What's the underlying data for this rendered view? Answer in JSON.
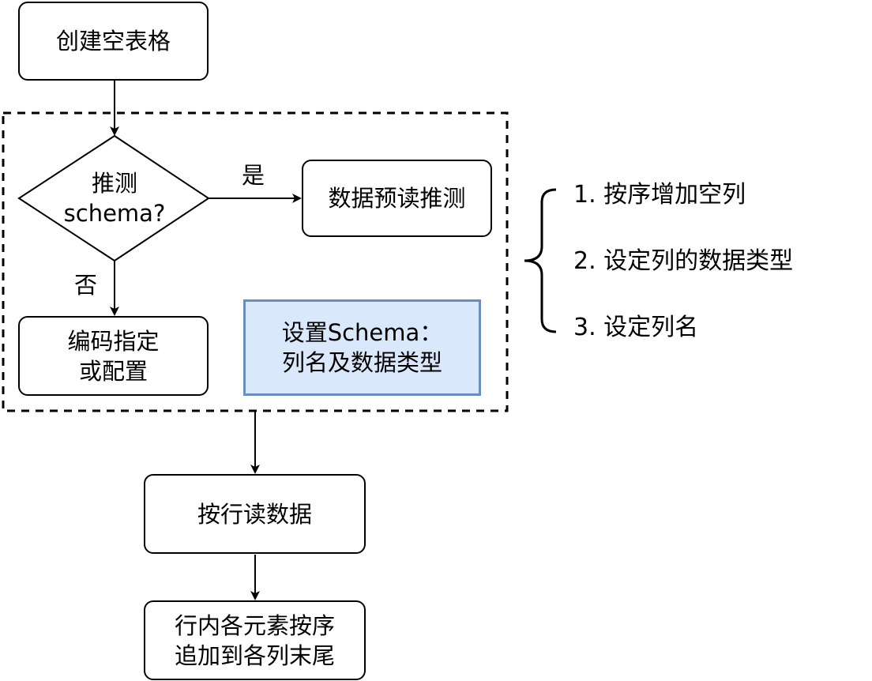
{
  "nodes": {
    "create_table": "创建空表格",
    "infer_question": {
      "line1": "推测",
      "line2": "schema?"
    },
    "prefetch_infer": "数据预读推测",
    "code_config": {
      "line1": "编码指定",
      "line2": "或配置"
    },
    "set_schema": {
      "line1": "设置Schema：",
      "line2": "列名及数据类型"
    },
    "read_rows": "按行读数据",
    "append": {
      "line1": "行内各元素按序",
      "line2": "追加到各列末尾"
    }
  },
  "edges": {
    "yes": "是",
    "no": "否"
  },
  "steps": [
    "1. 按序增加空列",
    "2. 设定列的数据类型",
    "3. 设定列名"
  ],
  "colors": {
    "schema_fill": "#dae8fc",
    "schema_border": "#6c8ebf",
    "stroke": "#000000"
  }
}
